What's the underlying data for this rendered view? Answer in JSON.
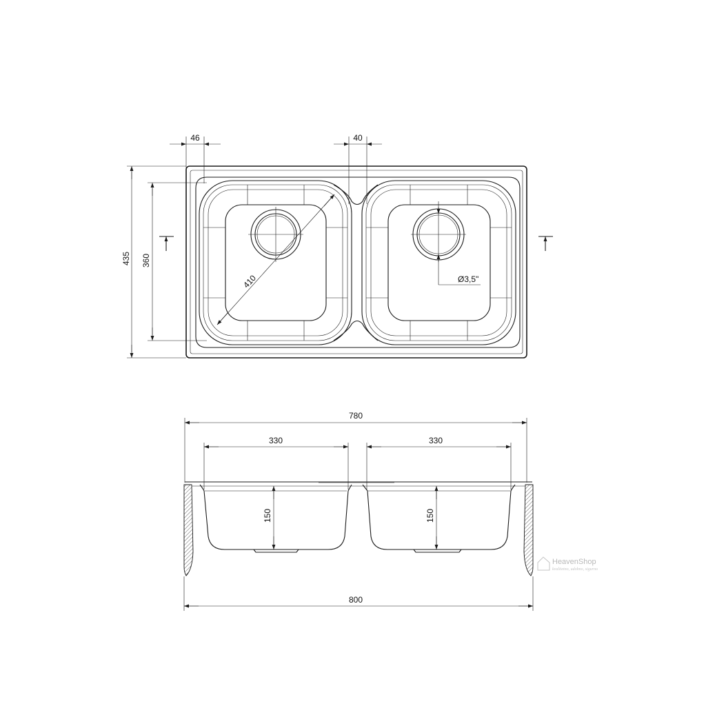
{
  "drawing": {
    "top_view": {
      "dimensions": {
        "rim_offset": "46",
        "bridge_width": "40",
        "overall_depth": "435",
        "bowl_depth": "360",
        "diagonal": "410",
        "drain_size": "Ø3,5\""
      }
    },
    "side_view": {
      "dimensions": {
        "inner_width": "780",
        "bowl_left_width": "330",
        "bowl_right_width": "330",
        "bowl_left_height": "150",
        "bowl_right_height": "150",
        "overall_width": "800"
      }
    },
    "watermark": {
      "brand": "HeavenShop",
      "tagline": "kvalitetno, udobno, sigurno"
    }
  }
}
